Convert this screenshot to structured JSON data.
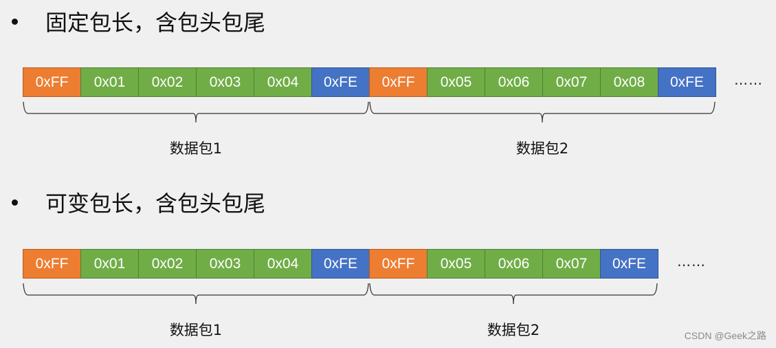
{
  "sections": [
    {
      "title": "固定包长，含包头包尾",
      "packets": [
        {
          "label": "数据包1",
          "cells": [
            {
              "value": "0xFF",
              "type": "head"
            },
            {
              "value": "0x01",
              "type": "data"
            },
            {
              "value": "0x02",
              "type": "data"
            },
            {
              "value": "0x03",
              "type": "data"
            },
            {
              "value": "0x04",
              "type": "data"
            },
            {
              "value": "0xFE",
              "type": "tail"
            }
          ]
        },
        {
          "label": "数据包2",
          "cells": [
            {
              "value": "0xFF",
              "type": "head"
            },
            {
              "value": "0x05",
              "type": "data"
            },
            {
              "value": "0x06",
              "type": "data"
            },
            {
              "value": "0x07",
              "type": "data"
            },
            {
              "value": "0x08",
              "type": "data"
            },
            {
              "value": "0xFE",
              "type": "tail"
            }
          ]
        }
      ],
      "ellipsis": "……"
    },
    {
      "title": "可变包长，含包头包尾",
      "packets": [
        {
          "label": "数据包1",
          "cells": [
            {
              "value": "0xFF",
              "type": "head"
            },
            {
              "value": "0x01",
              "type": "data"
            },
            {
              "value": "0x02",
              "type": "data"
            },
            {
              "value": "0x03",
              "type": "data"
            },
            {
              "value": "0x04",
              "type": "data"
            },
            {
              "value": "0xFE",
              "type": "tail"
            }
          ]
        },
        {
          "label": "数据包2",
          "cells": [
            {
              "value": "0xFF",
              "type": "head"
            },
            {
              "value": "0x05",
              "type": "data"
            },
            {
              "value": "0x06",
              "type": "data"
            },
            {
              "value": "0x07",
              "type": "data"
            },
            {
              "value": "0xFE",
              "type": "tail"
            }
          ]
        }
      ],
      "ellipsis": "……"
    }
  ],
  "colors": {
    "head": "#ed7d31",
    "data": "#70ad47",
    "tail": "#4472c4",
    "background": "#f0f0f0"
  },
  "watermark": "CSDN @Geek之路"
}
